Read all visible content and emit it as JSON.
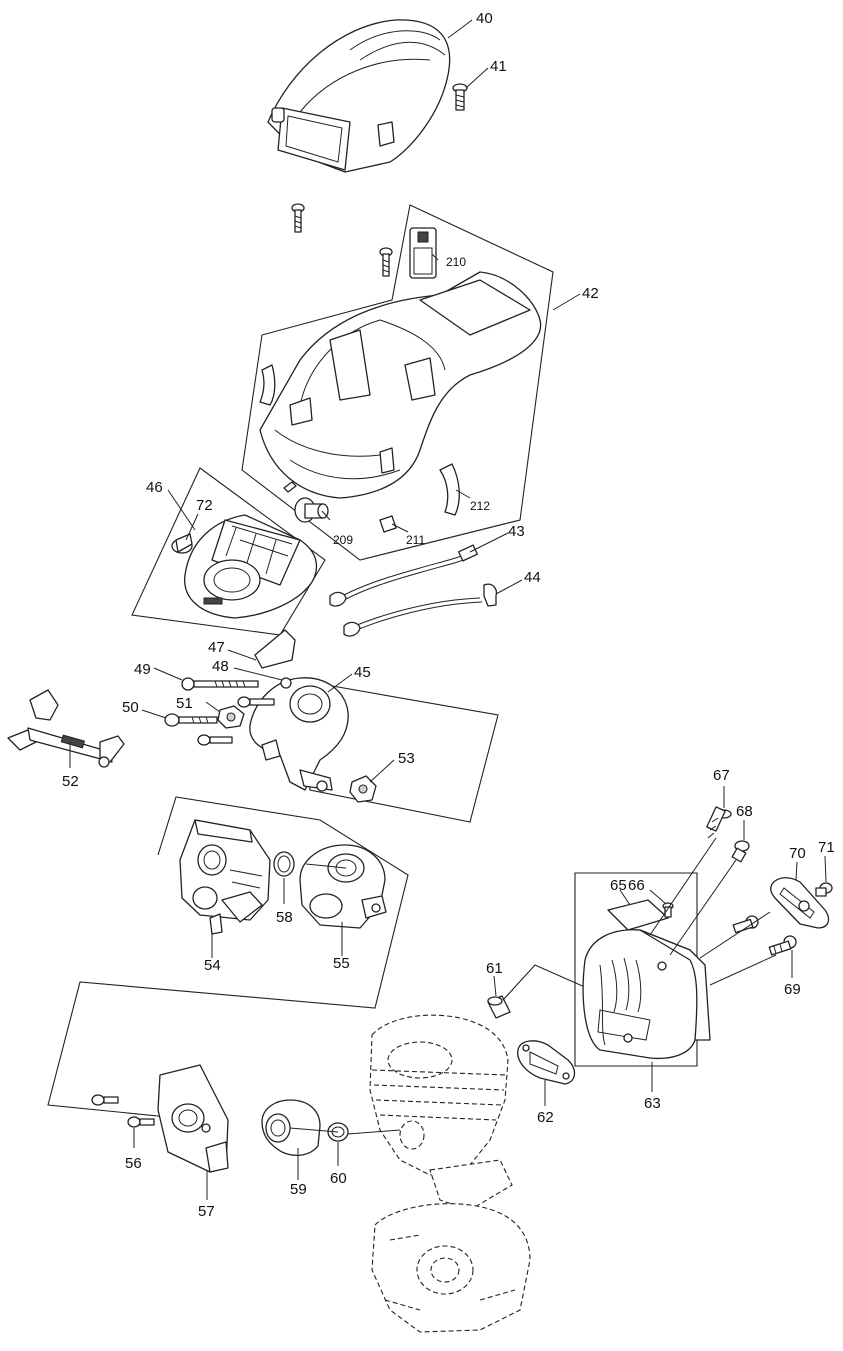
{
  "diagram": {
    "callouts": {
      "p40": "40",
      "p41": "41",
      "p42": "42",
      "p43": "43",
      "p44": "44",
      "p45": "45",
      "p46": "46",
      "p47": "47",
      "p48": "48",
      "p49": "49",
      "p50": "50",
      "p51": "51",
      "p52": "52",
      "p53": "53",
      "p54": "54",
      "p55": "55",
      "p56": "56",
      "p57": "57",
      "p58": "58",
      "p59": "59",
      "p60": "60",
      "p61": "61",
      "p62": "62",
      "p63": "63",
      "p65": "65",
      "p66": "66",
      "p67": "67",
      "p68": "68",
      "p69": "69",
      "p70": "70",
      "p71": "71",
      "p72": "72",
      "p209": "209",
      "p210": "210",
      "p211": "211",
      "p212": "212"
    }
  }
}
